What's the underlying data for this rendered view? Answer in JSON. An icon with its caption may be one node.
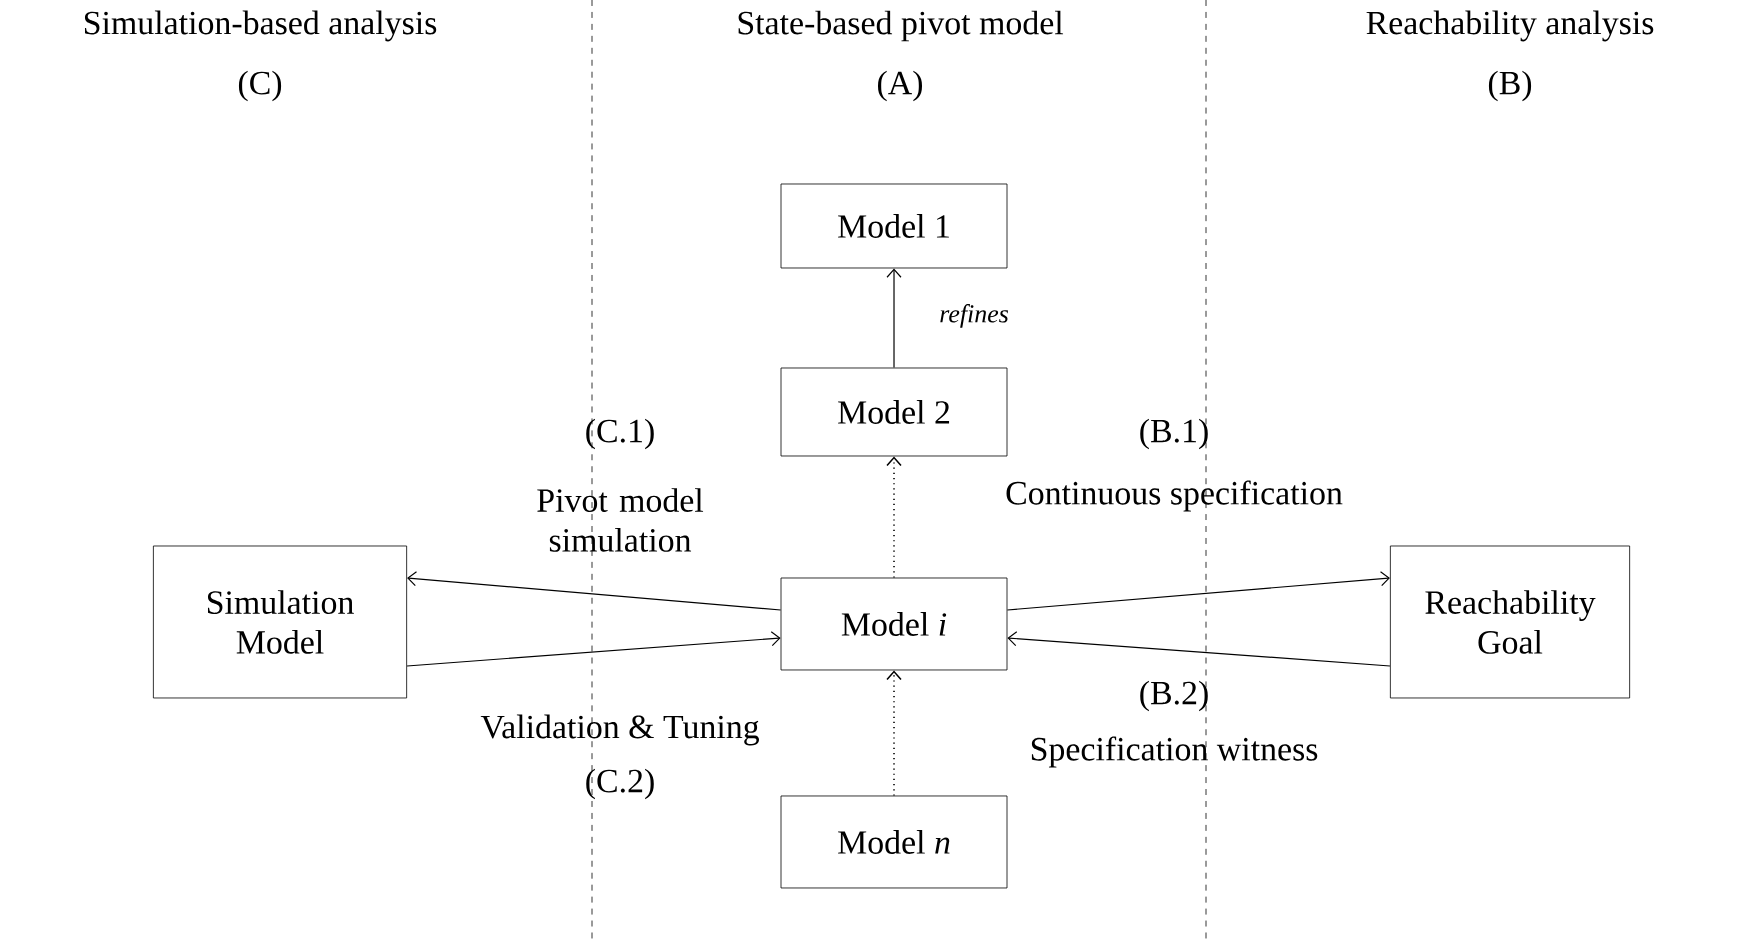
{
  "diagram": {
    "nodes": [
      {
        "text": [
          "Model 1"
        ]
      },
      {
        "text": [
          "Model 2"
        ]
      },
      {
        "text": [
          "Model *i*"
        ]
      },
      {
        "text": [
          "Model *n*"
        ]
      },
      {
        "text": [
          "Simulation Model"
        ]
      },
      {
        "text": [
          "Reachability Goal"
        ]
      }
    ],
    "edges": [
      {
        "from": 1,
        "to": 0,
        "arrow": "to",
        "label": "refines"
      },
      {
        "from": 2,
        "to": 1,
        "arrow": "to",
        "style": "dashed"
      },
      {
        "from": 3,
        "to": 2,
        "arrow": "to",
        "style": "dashed"
      },
      {
        "from": 2,
        "to": 4,
        "arrow": "to",
        "label": "Pivot model simulation"
      },
      {
        "from": 4,
        "to": 2,
        "arrow": "to",
        "label": "Validation & Tuning"
      },
      {
        "from": 2,
        "to": 5,
        "arrow": "to",
        "label": "Continuous specification"
      },
      {
        "from": 5,
        "to": 2,
        "arrow": "to",
        "label": "Specification witness"
      }
    ],
    "labels": [
      "Simulation-based analysis",
      "State-based pivot model",
      "Reachability analysis",
      "(C)",
      "(A)",
      "(B)",
      "(C.1)",
      "(B.1)",
      "(B.2)",
      "(C.2)"
    ]
  }
}
